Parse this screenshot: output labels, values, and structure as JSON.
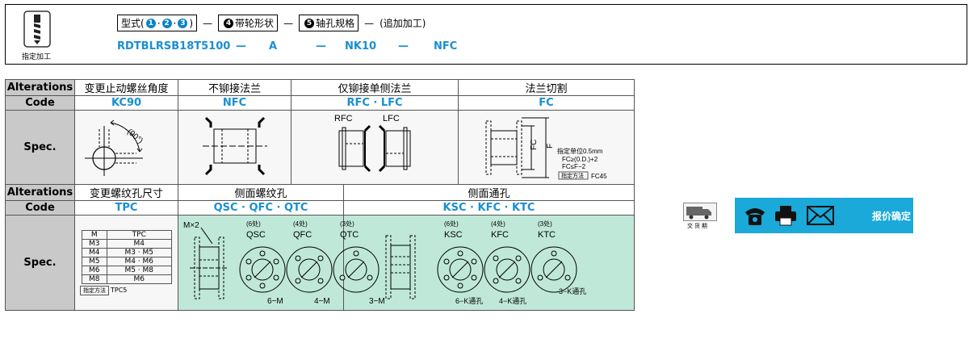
{
  "order_code": {
    "icon_label": "指定加工",
    "fields": [
      {
        "label": "型式",
        "parts": [
          "1",
          "2",
          "3"
        ]
      },
      {
        "num": "4",
        "label": "带轮形状"
      },
      {
        "num": "5",
        "label": "轴孔规格"
      }
    ],
    "extra_label": "(追加加工)",
    "dash": "—",
    "values": {
      "model": "RDTBLRSB18T5100",
      "shape": "A",
      "bore": "NK10",
      "extra": "NFC"
    }
  },
  "table": {
    "row_labels": {
      "alterations": "Alterations",
      "code": "Code",
      "spec": "Spec."
    },
    "group1": [
      {
        "name": "变更止动螺丝角度",
        "code": "KC90"
      },
      {
        "name": "不铆接法兰",
        "code": "NFC"
      },
      {
        "name": "仅铆接单侧法兰",
        "code": "RFC · LFC"
      },
      {
        "name": "法兰切割",
        "code": "FC"
      }
    ],
    "group2": [
      {
        "name": "变更螺纹孔尺寸",
        "code": "TPC"
      },
      {
        "name": "侧面螺纹孔",
        "code": "QSC · QFC · QTC"
      },
      {
        "name": "侧面通孔",
        "code": "KSC · KFC · KTC"
      }
    ],
    "kc90_angle": "(90°)",
    "rfc_labels": [
      "RFC",
      "LFC"
    ],
    "fc_labels": {
      "fc": "FC",
      "f": "F"
    },
    "fc_note": [
      "指定单位0.5mm",
      "FC≥(0.D.)+2",
      "FC≤F−2"
    ],
    "fc_tag": "指定方法",
    "fc_tag_value": "FC45",
    "tpc_header": [
      "M",
      "TPC"
    ],
    "tpc_rows": [
      [
        "M3",
        "M4"
      ],
      [
        "M4",
        "M3 · M5"
      ],
      [
        "M5",
        "M4 · M6"
      ],
      [
        "M6",
        "M5 · M8"
      ],
      [
        "M8",
        "M6"
      ]
    ],
    "tpc_tag": "指定方法",
    "tpc_tag_value": "TPC5",
    "qsc_labels": {
      "mx2": "M×2",
      "counts": [
        "(6处)",
        "(4处)",
        "(3处)"
      ],
      "codes": [
        "QSC",
        "QFC",
        "QTC"
      ],
      "bottom": [
        "6−M",
        "4−M",
        "3−M"
      ]
    },
    "ksc_labels": {
      "counts": [
        "(6处)",
        "(4处)",
        "(3处)"
      ],
      "codes": [
        "KSC",
        "KFC",
        "KTC"
      ],
      "bottom": [
        "6−K通孔",
        "4−K通孔",
        "3−K通孔"
      ]
    }
  },
  "actions": {
    "delivery_label": "交 货 期",
    "quote_label": "报价确定",
    "icons": [
      "phone-icon",
      "printer-icon",
      "mail-icon"
    ]
  },
  "colors": {
    "accent_blue": "#1a8fd0",
    "header_gray": "#c9c9c9",
    "mint": "#bfe8d8",
    "quote_bar": "#1aa9d8"
  }
}
